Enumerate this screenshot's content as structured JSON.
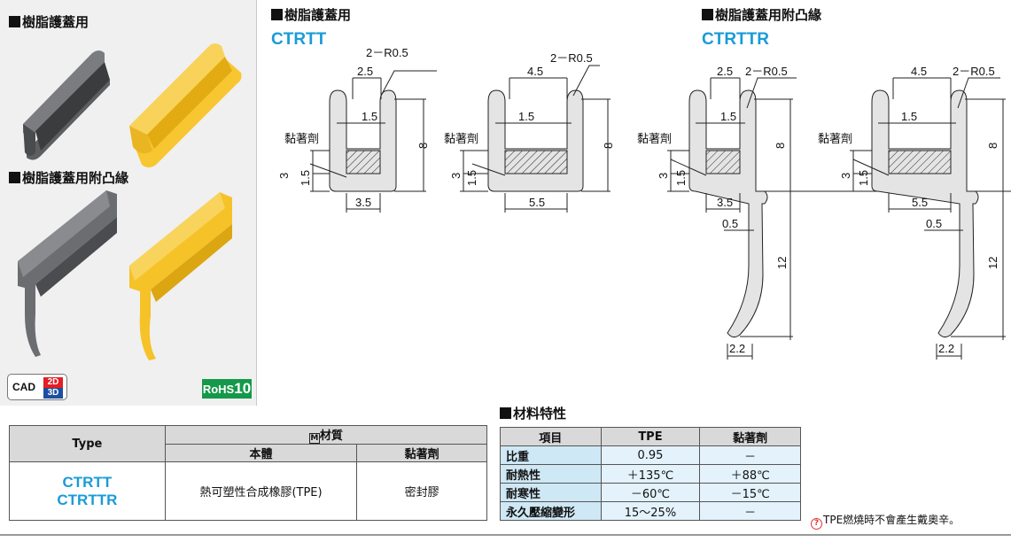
{
  "left_panel": {
    "section1_title": "樹脂護蓋用",
    "section2_title": "樹脂護蓋用附凸緣",
    "cad_label": "CAD",
    "cad_2d": "2D",
    "cad_3d": "3D",
    "rohs_label": "RoHS",
    "rohs_num": "10",
    "colors": {
      "gray": "#6e6f71",
      "yellow": "#f5c228"
    }
  },
  "drawing_left": {
    "title": "樹脂護蓋用",
    "model": "CTRTT",
    "fig1": {
      "d_top": "2.5",
      "radius": "2－R0.5",
      "inner": "1.5",
      "adhesive": "黏著劑",
      "h1": "3",
      "h2": "1.5",
      "height": "8",
      "bottom": "3.5"
    },
    "fig2": {
      "d_top": "4.5",
      "radius": "2－R0.5",
      "inner": "1.5",
      "adhesive": "黏著劑",
      "h1": "3",
      "h2": "1.5",
      "height": "8",
      "bottom": "5.5"
    }
  },
  "drawing_right": {
    "title": "樹脂護蓋用附凸緣",
    "model": "CTRTTR",
    "fig1": {
      "d_top": "2.5",
      "radius": "2－R0.5",
      "inner": "1.5",
      "adhesive": "黏著劑",
      "h1": "3",
      "h2": "1.5",
      "height": "8",
      "bottom": "3.5",
      "flange_t": "0.5",
      "flange_h": "12",
      "tip": "2.2"
    },
    "fig2": {
      "d_top": "4.5",
      "radius": "2－R0.5",
      "inner": "1.5",
      "adhesive": "黏著劑",
      "h1": "3",
      "h2": "1.5",
      "height": "8",
      "bottom": "5.5",
      "flange_t": "0.5",
      "flange_h": "12",
      "tip": "2.2"
    }
  },
  "type_table": {
    "col_type": "Type",
    "col_material": "材質",
    "m_icon": "M",
    "col_body": "本體",
    "col_adhesive": "黏著劑",
    "type_values": [
      "CTRTT",
      "CTRTTR"
    ],
    "body_value": "熱可塑性合成橡膠(TPE)",
    "adhesive_value": "密封膠"
  },
  "material_props": {
    "title": "材料特性",
    "headers": [
      "項目",
      "TPE",
      "黏著劑"
    ],
    "rows": [
      [
        "比重",
        "0.95",
        "－"
      ],
      [
        "耐熱性",
        "＋135℃",
        "＋88℃"
      ],
      [
        "耐寒性",
        "－60℃",
        "－15℃"
      ],
      [
        "永久壓縮變形",
        "15～25%",
        "－"
      ]
    ]
  },
  "footnote": "TPE燃燒時不會產生戴奧辛。"
}
